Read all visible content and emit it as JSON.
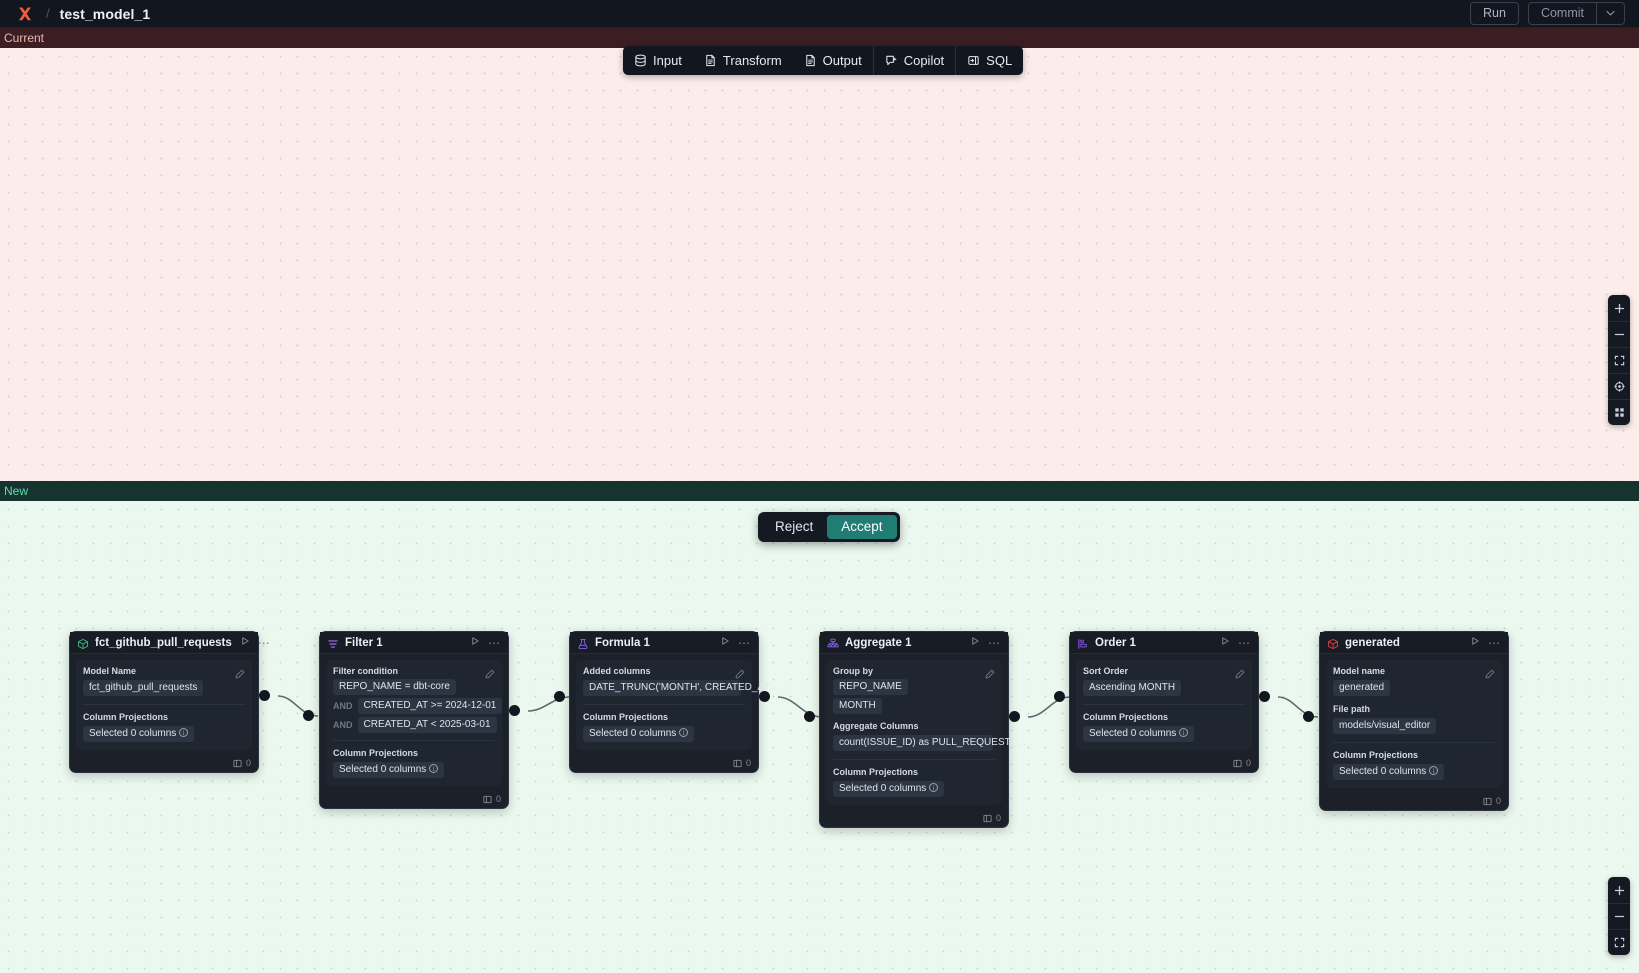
{
  "topbar": {
    "logo_icon": "brand-x-logo",
    "separator": "/",
    "title": "test_model_1",
    "run_label": "Run",
    "commit_label": "Commit",
    "commit_caret_icon": "chevron-down-icon"
  },
  "banners": {
    "current_label": "Current",
    "new_label": "New"
  },
  "step_toolbar": {
    "items": [
      {
        "label": "Input",
        "icon": "database-icon"
      },
      {
        "label": "Transform",
        "icon": "document-icon"
      },
      {
        "label": "Output",
        "icon": "document-icon"
      },
      {
        "label": "Copilot",
        "icon": "copilot-sparkle-icon"
      },
      {
        "label": "SQL",
        "icon": "sql-panel-icon"
      }
    ]
  },
  "decision": {
    "reject_label": "Reject",
    "accept_label": "Accept"
  },
  "zoom_controls": {
    "top": [
      {
        "icon": "plus-icon"
      },
      {
        "icon": "minus-icon"
      },
      {
        "icon": "fit-view-icon"
      },
      {
        "icon": "lock-target-icon"
      },
      {
        "icon": "grid-icon"
      }
    ],
    "bottom": [
      {
        "icon": "plus-icon"
      },
      {
        "icon": "minus-icon"
      },
      {
        "icon": "fit-view-icon"
      }
    ]
  },
  "nodes": [
    {
      "id": "source",
      "title": "fct_github_pull_requests",
      "head_icon": "cube-green-icon",
      "run_icon": "play-icon",
      "more_icon": "ellipsis-icon",
      "edit_icon": "pencil-icon",
      "sections": [
        {
          "label": "Model Name",
          "pills": [
            {
              "text": "fct_github_pull_requests"
            }
          ]
        },
        {
          "label": "Column Projections",
          "pills": [
            {
              "text": "Selected 0 columns",
              "info": true
            }
          ]
        }
      ],
      "footer": {
        "icon": "rows-icon",
        "count": "0"
      }
    },
    {
      "id": "filter",
      "title": "Filter 1",
      "head_icon": "filter-purple-icon",
      "run_icon": "play-icon",
      "more_icon": "ellipsis-icon",
      "edit_icon": "pencil-icon",
      "sections": [
        {
          "label": "Filter condition",
          "pills": [
            {
              "text": "REPO_NAME = dbt-core"
            },
            {
              "prefix": "AND",
              "text": "CREATED_AT >= 2024-12-01"
            },
            {
              "prefix": "AND",
              "text": "CREATED_AT < 2025-03-01"
            }
          ]
        },
        {
          "label": "Column Projections",
          "pills": [
            {
              "text": "Selected 0 columns",
              "info": true
            }
          ]
        }
      ],
      "footer": {
        "icon": "rows-icon",
        "count": "0"
      }
    },
    {
      "id": "formula",
      "title": "Formula 1",
      "head_icon": "flask-purple-icon",
      "run_icon": "play-icon",
      "more_icon": "ellipsis-icon",
      "edit_icon": "pencil-icon",
      "sections": [
        {
          "label": "Added columns",
          "pills": [
            {
              "text": "DATE_TRUNC('MONTH', CREATED_AT…"
            }
          ]
        },
        {
          "label": "Column Projections",
          "pills": [
            {
              "text": "Selected 0 columns",
              "info": true
            }
          ]
        }
      ],
      "footer": {
        "icon": "rows-icon",
        "count": "0"
      }
    },
    {
      "id": "aggregate",
      "title": "Aggregate 1",
      "head_icon": "aggregate-purple-icon",
      "run_icon": "play-icon",
      "more_icon": "ellipsis-icon",
      "edit_icon": "pencil-icon",
      "sections": [
        {
          "label": "Group by",
          "pills": [
            {
              "text": "REPO_NAME"
            },
            {
              "text": "MONTH"
            }
          ]
        },
        {
          "label": "Aggregate Columns",
          "pills": [
            {
              "text": "count(ISSUE_ID) as PULL_REQUEST_…"
            }
          ]
        },
        {
          "label": "Column Projections",
          "pills": [
            {
              "text": "Selected 0 columns",
              "info": true
            }
          ]
        }
      ],
      "footer": {
        "icon": "rows-icon",
        "count": "0"
      }
    },
    {
      "id": "order",
      "title": "Order 1",
      "head_icon": "order-purple-icon",
      "run_icon": "play-icon",
      "more_icon": "ellipsis-icon",
      "edit_icon": "pencil-icon",
      "sections": [
        {
          "label": "Sort Order",
          "pills": [
            {
              "text": "Ascending MONTH"
            }
          ]
        },
        {
          "label": "Column Projections",
          "pills": [
            {
              "text": "Selected 0 columns",
              "info": true
            }
          ]
        }
      ],
      "footer": {
        "icon": "rows-icon",
        "count": "0"
      }
    },
    {
      "id": "generated",
      "title": "generated",
      "head_icon": "cube-red-icon",
      "run_icon": "play-icon",
      "more_icon": "ellipsis-icon",
      "edit_icon": "pencil-icon",
      "sections": [
        {
          "label": "Model name",
          "pills": [
            {
              "text": "generated"
            }
          ]
        },
        {
          "label": "File path",
          "pills": [
            {
              "text": "models/visual_editor"
            }
          ]
        },
        {
          "label": "Column Projections",
          "pills": [
            {
              "text": "Selected 0 columns",
              "info": true
            }
          ]
        }
      ],
      "footer": {
        "icon": "rows-icon",
        "count": "0"
      }
    }
  ],
  "colors": {
    "current_banner_bg": "#3b1e22",
    "new_banner_bg": "#16332f",
    "top_canvas_bg": "#fcedeb",
    "bottom_canvas_bg": "#eaf8ef",
    "accept_bg": "#1f7d73",
    "brand": "#f25c3b"
  }
}
